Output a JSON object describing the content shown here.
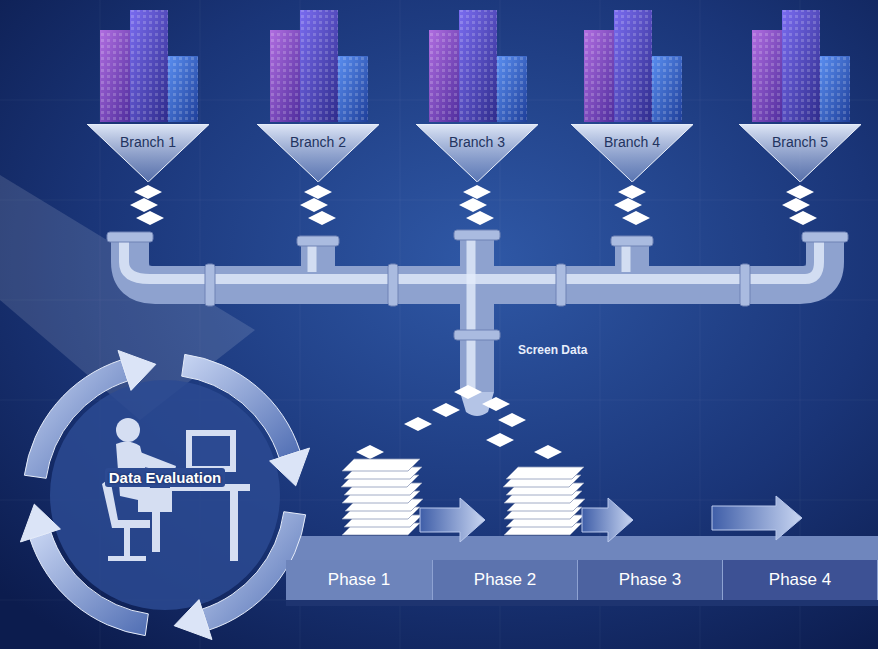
{
  "diagram": {
    "nodes": [
      {
        "text": [
          "Branch 1"
        ]
      },
      {
        "text": [
          "Branch 2"
        ]
      },
      {
        "text": [
          "Branch 3"
        ]
      },
      {
        "text": [
          "Branch 4"
        ]
      },
      {
        "text": [
          "Branch 5"
        ]
      },
      {
        "text": [
          "Data Evaluation"
        ]
      },
      {
        "text": [
          "Phase 1"
        ]
      },
      {
        "text": [
          "Phase 2"
        ]
      },
      {
        "text": [
          "Phase 3"
        ]
      },
      {
        "text": [
          "Phase 4"
        ]
      }
    ],
    "labels": [
      "Screen Data"
    ]
  }
}
